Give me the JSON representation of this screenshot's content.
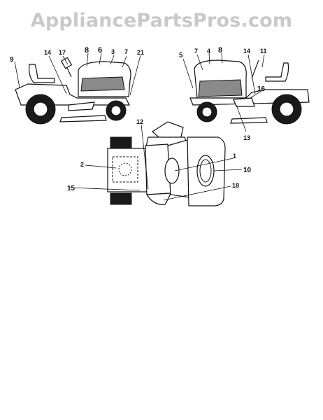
{
  "watermark": "AppliancePartsPros.com",
  "callouts": {
    "left_view": [
      "9",
      "14",
      "17",
      "8",
      "6",
      "3",
      "7",
      "21"
    ],
    "right_view": [
      "5",
      "7",
      "4",
      "8",
      "14",
      "11",
      "16",
      "13"
    ],
    "top_view": [
      "12",
      "2",
      "1",
      "10",
      "15",
      "18"
    ]
  }
}
